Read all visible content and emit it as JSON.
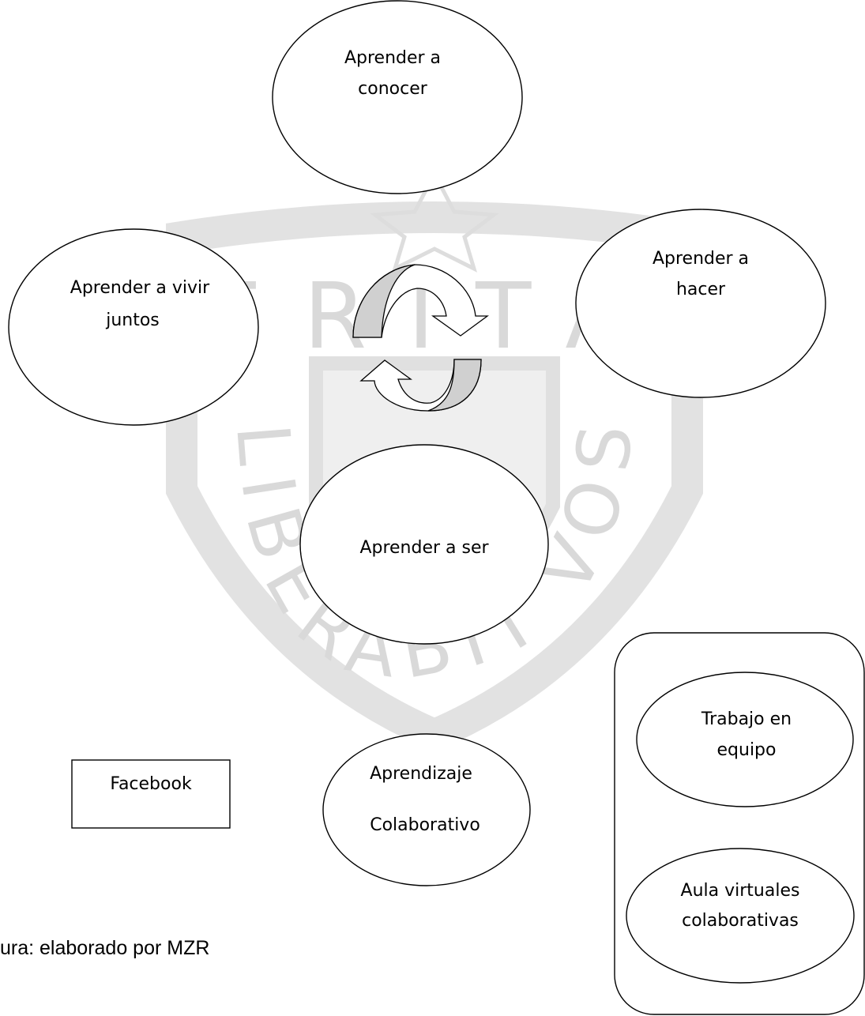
{
  "watermark": {
    "arc_top": "VERITAS",
    "arc_bottom": "LIBERABIT VOS"
  },
  "nodes": {
    "conocer": {
      "line1": "Aprender a",
      "line2": "conocer"
    },
    "hacer": {
      "line1": "Aprender a",
      "line2": "hacer"
    },
    "vivir": {
      "line1": "Aprender a vivir",
      "line2": "juntos"
    },
    "ser": {
      "line1": "Aprender a ser"
    },
    "colaborativo": {
      "line1": "Aprendizaje",
      "line2": "Colaborativo"
    },
    "facebook": {
      "line1": "Facebook"
    },
    "trabajo": {
      "line1": "Trabajo en",
      "line2": "equipo"
    },
    "aula": {
      "line1": "Aula virtuales",
      "line2": "colaborativas"
    }
  },
  "caption": "ura: elaborado por MZR",
  "colors": {
    "arrow_fill": "#d0d0d0",
    "watermark": "#d9d9d9"
  }
}
